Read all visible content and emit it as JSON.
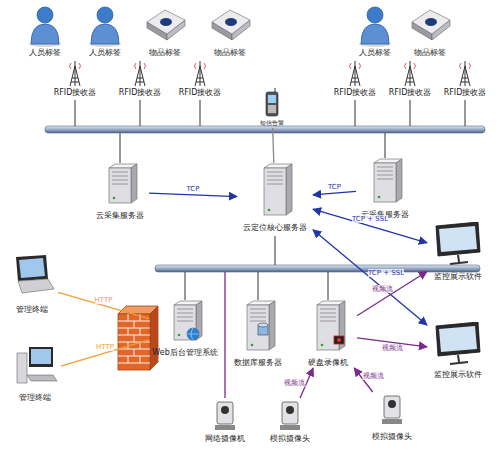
{
  "diagram": {
    "nodes": [
      {
        "text": [
          "人员标签"
        ]
      },
      {
        "text": [
          "人员标签"
        ]
      },
      {
        "text": [
          "物品标签"
        ]
      },
      {
        "text": [
          "物品标签"
        ]
      },
      {
        "text": [
          "人员标签"
        ]
      },
      {
        "text": [
          "物品标签"
        ]
      },
      {
        "text": [
          "RFID接收器"
        ]
      },
      {
        "text": [
          "RFID接收器"
        ]
      },
      {
        "text": [
          "RFID接收器"
        ]
      },
      {
        "text": [
          "RFID接收器"
        ]
      },
      {
        "text": [
          "RFID接收器"
        ]
      },
      {
        "text": [
          "RFID接收器"
        ]
      },
      {
        "text": [
          "云采集服务器"
        ]
      },
      {
        "text": [
          "云定位核心服务器"
        ]
      },
      {
        "text": [
          "云采集服务器"
        ]
      },
      {
        "text": [
          "短信告警"
        ]
      },
      {
        "text": [
          "监控展示软件"
        ]
      },
      {
        "text": [
          "管理终端"
        ]
      },
      {
        "text": [
          "管理终端"
        ]
      },
      {
        "text": [
          "Web后台管理系统"
        ]
      },
      {
        "text": [
          "数据库服务器"
        ]
      },
      {
        "text": [
          "硬盘录像机"
        ]
      },
      {
        "text": [
          "监控展示软件"
        ]
      },
      {
        "text": [
          "网络摄像机"
        ]
      },
      {
        "text": [
          "模拟摄像头"
        ]
      },
      {
        "text": [
          "模拟摄像头"
        ]
      }
    ],
    "edges": [
      {
        "from": 12,
        "to": 13,
        "label": "TCP",
        "arrow": "to"
      },
      {
        "from": 14,
        "to": 13,
        "label": "TCP",
        "arrow": "to"
      },
      {
        "from": 13,
        "to": 15,
        "arrow": "none"
      },
      {
        "from": 13,
        "to": 16,
        "label": "TCP + SSL",
        "arrow": "both"
      },
      {
        "from": 13,
        "to": 22,
        "label": "TCP + SSL",
        "arrow": "both"
      },
      {
        "from": 17,
        "to": 19,
        "label": "HTTP",
        "arrow": "none"
      },
      {
        "from": 18,
        "to": 19,
        "label": "HTTP",
        "arrow": "none"
      },
      {
        "from": 21,
        "to": 16,
        "label": "视频流",
        "arrow": "to"
      },
      {
        "from": 21,
        "to": 22,
        "label": "视频流",
        "arrow": "to"
      },
      {
        "from": 24,
        "to": 21,
        "label": "视频流",
        "arrow": "to"
      },
      {
        "from": 25,
        "to": 21,
        "label": "视频流",
        "arrow": "to"
      }
    ]
  }
}
